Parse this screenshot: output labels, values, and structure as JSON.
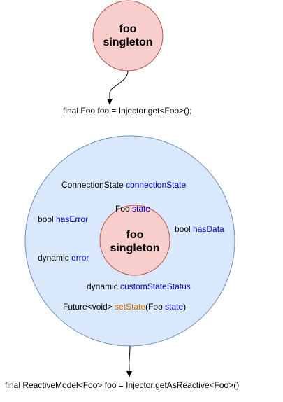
{
  "colors": {
    "small_circle_fill": "#f8cecc",
    "small_circle_stroke": "#b85450",
    "big_circle_fill": "#dae8fc",
    "big_circle_stroke": "#6c8ebf",
    "keyword_blue": "#0000cc",
    "method_orange": "#cc6600"
  },
  "top_node": {
    "line1": "foo",
    "line2": "singleton"
  },
  "top_code": "final Foo foo = Injector.get<Foo>();",
  "inner_node": {
    "line1": "foo",
    "line2": "singleton"
  },
  "reactive": {
    "connection_state": {
      "type": "ConnectionState",
      "name": "connectionState"
    },
    "state": {
      "type": "Foo",
      "name": "state"
    },
    "has_error": {
      "type": "bool",
      "name": "hasError"
    },
    "has_data": {
      "type": "bool",
      "name": "hasData"
    },
    "error": {
      "type": "dynamic",
      "name": "error"
    },
    "custom_state_status": {
      "type": "dynamic",
      "name": "customStateStatus"
    },
    "set_state": {
      "return_type": "Future<void>",
      "name": "setState",
      "open_paren": "(Foo ",
      "param": "state",
      "close_paren": ")"
    }
  },
  "bottom_code": "final ReactiveModel<Foo> foo = Injector.getAsReactive<Foo>()"
}
